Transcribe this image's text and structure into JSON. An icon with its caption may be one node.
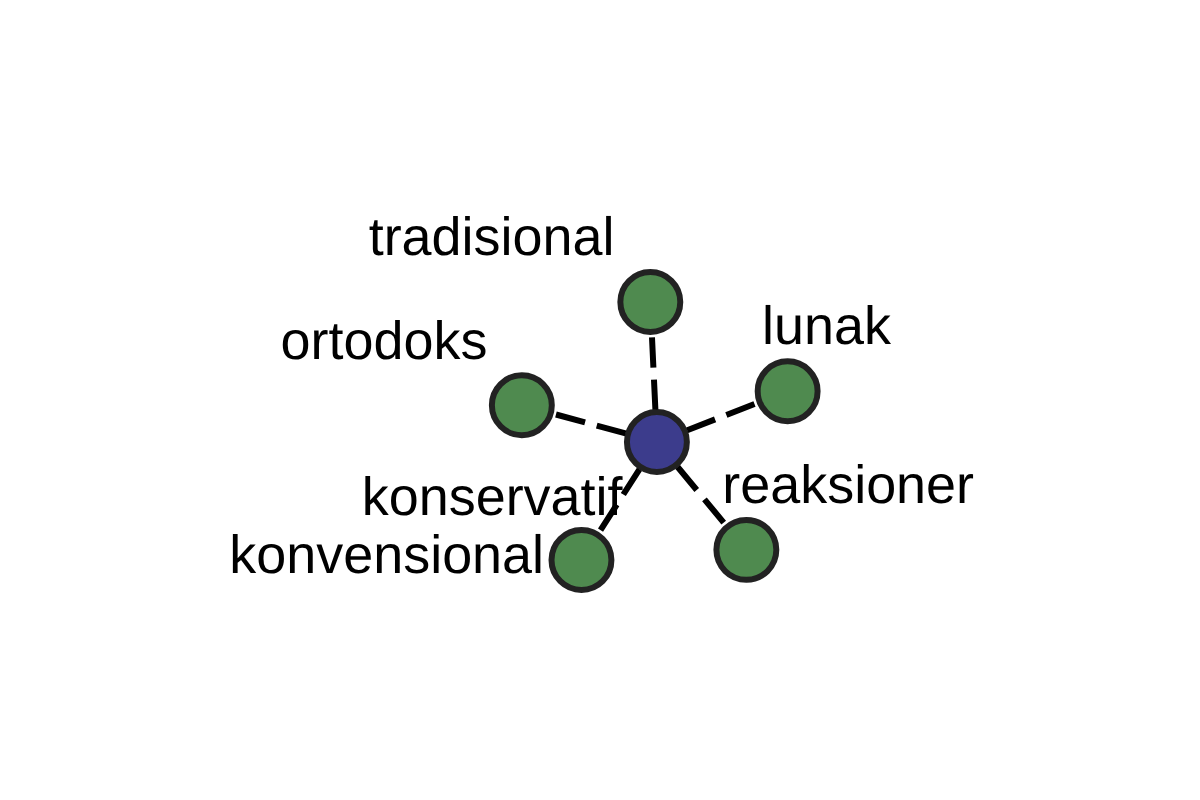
{
  "diagram": {
    "nodes": [
      {
        "text": [
          "konservatif"
        ]
      },
      {
        "text": [
          "reaksioner"
        ]
      },
      {
        "text": [
          "konvensional"
        ]
      },
      {
        "text": [
          "ortodoks"
        ]
      },
      {
        "text": [
          "lunak"
        ]
      },
      {
        "text": [
          "tradisional"
        ]
      }
    ],
    "edges": [
      {
        "from": 0,
        "to": 1,
        "arrow": "none",
        "style": "dashed"
      },
      {
        "from": 0,
        "to": 2,
        "arrow": "none",
        "style": "dashed"
      },
      {
        "from": 0,
        "to": 3,
        "arrow": "none",
        "style": "dashed"
      },
      {
        "from": 0,
        "to": 4,
        "arrow": "none",
        "style": "dashed"
      },
      {
        "from": 0,
        "to": 5,
        "arrow": "none",
        "style": "dashed"
      }
    ]
  }
}
